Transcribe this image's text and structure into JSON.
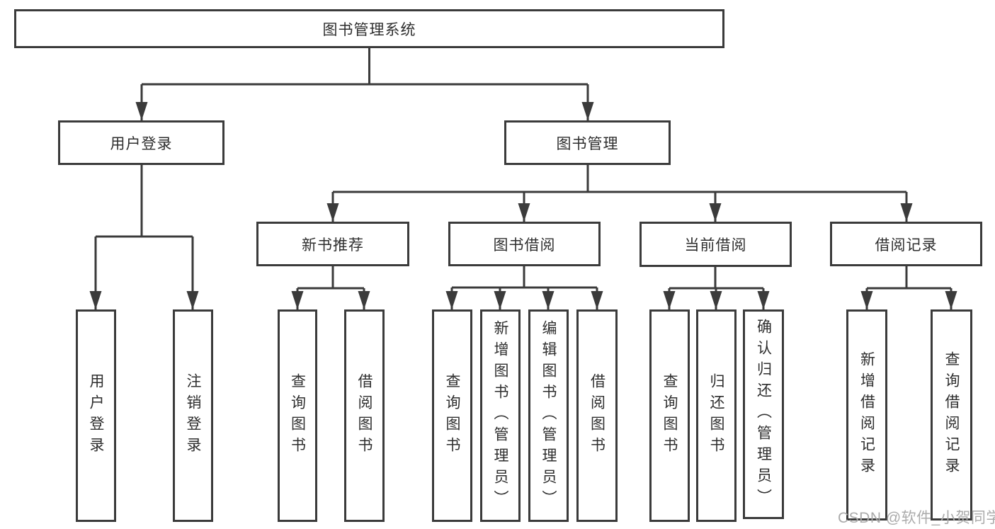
{
  "tree": {
    "label": "图书管理系统",
    "children": [
      {
        "label": "用户登录",
        "children": [
          {
            "label": "用户登录"
          },
          {
            "label": "注销登录"
          }
        ]
      },
      {
        "label": "图书管理",
        "children": [
          {
            "label": "新书推荐",
            "children": [
              {
                "label": "查询图书"
              },
              {
                "label": "借阅图书"
              }
            ]
          },
          {
            "label": "图书借阅",
            "children": [
              {
                "label": "查询图书"
              },
              {
                "label": "新增图书（管理员）"
              },
              {
                "label": "编辑图书（管理员）"
              },
              {
                "label": "借阅图书"
              }
            ]
          },
          {
            "label": "当前借阅",
            "children": [
              {
                "label": "查询图书"
              },
              {
                "label": "归还图书"
              },
              {
                "label": "确认归还（管理员）"
              }
            ]
          },
          {
            "label": "借阅记录",
            "children": [
              {
                "label": "新增借阅记录"
              },
              {
                "label": "查询借阅记录"
              }
            ]
          }
        ]
      }
    ]
  },
  "watermark": "CSDN @软件_小贺同学",
  "colors": {
    "line": "#3b3b3b",
    "text": "#2e2e2e",
    "watermark": "#ababab",
    "background": "#ffffff"
  }
}
